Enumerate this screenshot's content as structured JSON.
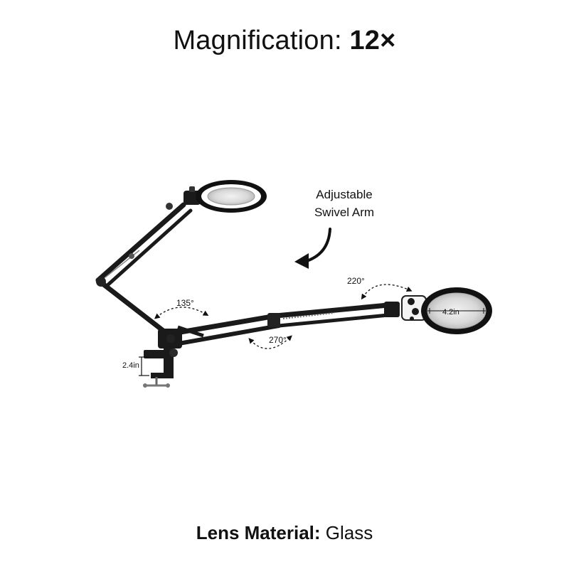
{
  "header": {
    "label": "Magnification: ",
    "value": "12×"
  },
  "annotations": {
    "swivel_line1": "Adjustable",
    "swivel_line2": "Swivel Arm",
    "angle_135": "135°",
    "angle_270": "270°",
    "angle_220": "220°",
    "lens_diameter": "4.2in",
    "clamp_height": "2.4in"
  },
  "footer": {
    "label": "Lens Material:",
    "value": " Glass"
  },
  "colors": {
    "arm": "#1a1a1a",
    "lens": "#d8d8d8",
    "ring_light": "#ffffff"
  }
}
